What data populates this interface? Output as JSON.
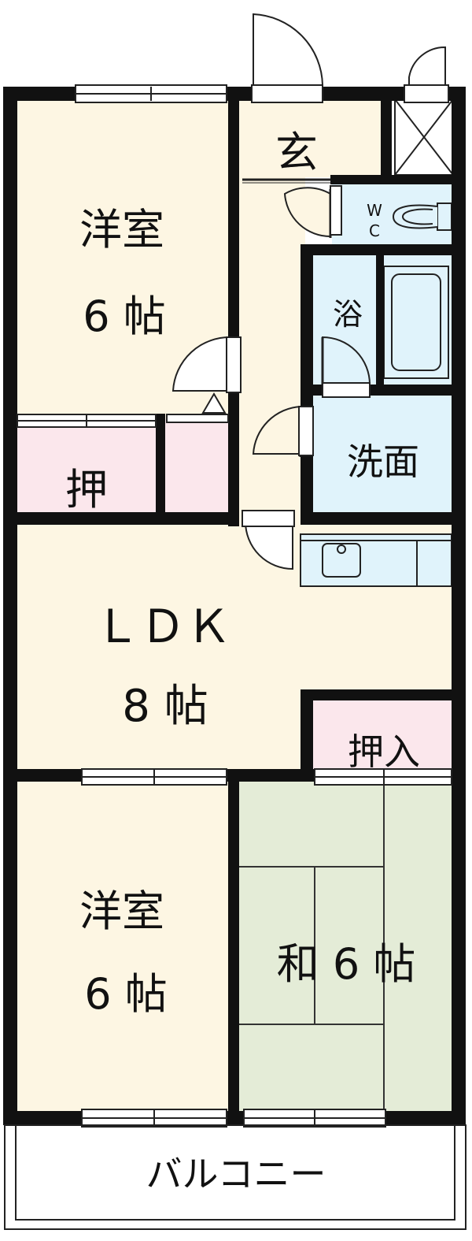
{
  "rooms": {
    "western_top": {
      "name": "洋室",
      "size": "6 帖"
    },
    "entrance": {
      "name": "玄"
    },
    "wc": {
      "top": "W",
      "bottom": "C"
    },
    "bath": {
      "name": "浴"
    },
    "washroom": {
      "name": "洗面"
    },
    "closet_top": {
      "name": "押"
    },
    "ldk": {
      "name": "ＬＤＫ",
      "size": "8 帖"
    },
    "closet_mid": {
      "name": "押入"
    },
    "western_bottom": {
      "name": "洋室",
      "size": "6 帖"
    },
    "japanese": {
      "name": "和 6 帖"
    },
    "balcony": {
      "name": "バルコニー"
    }
  },
  "colors": {
    "wall": "#111111",
    "floor_beige": "#fdf6e3",
    "closet_pink": "#fbe7ec",
    "wet_blue": "#e0f3fb",
    "tatami_green": "#e4ecd7"
  }
}
